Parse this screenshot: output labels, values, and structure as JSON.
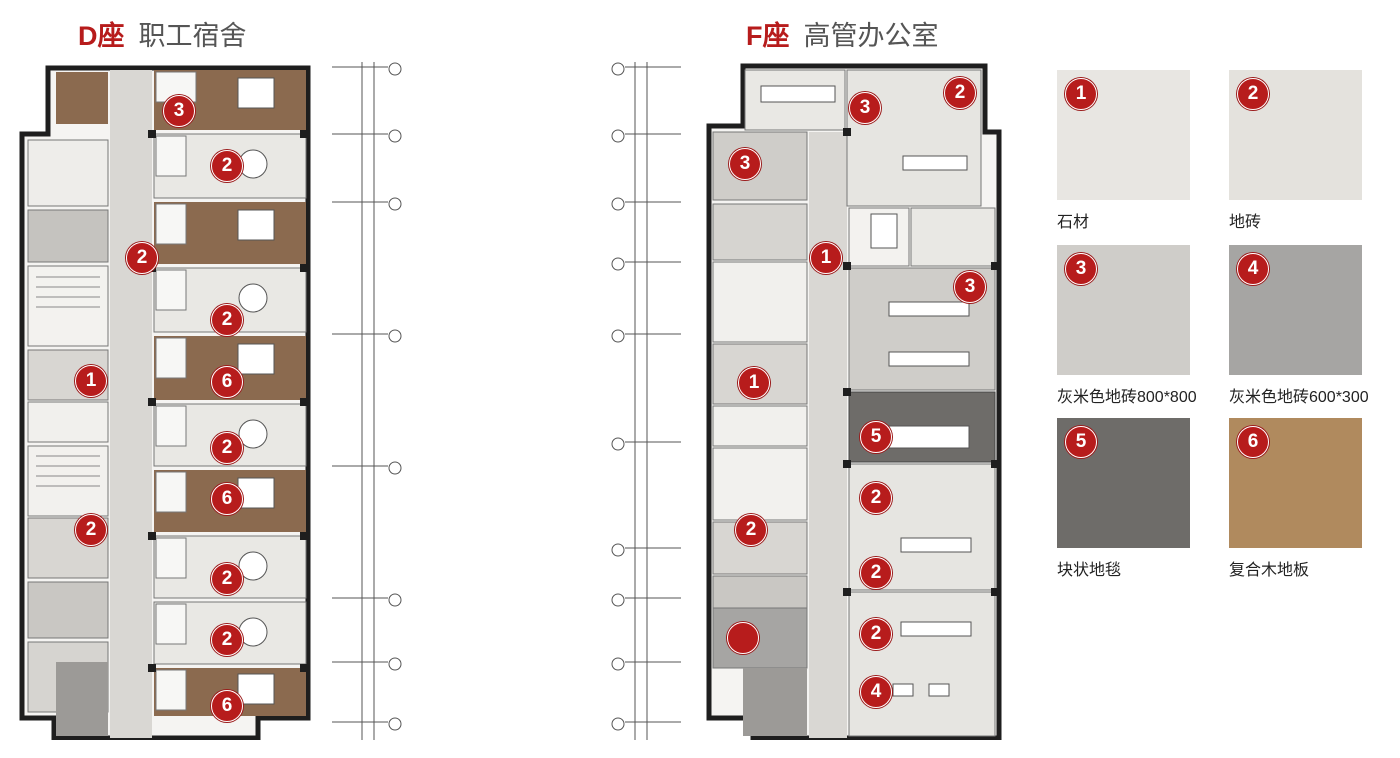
{
  "buildings": [
    {
      "code": "D座",
      "name": "职工宿舍",
      "badges": [
        "3",
        "2",
        "2",
        "2",
        "1",
        "6",
        "2",
        "6",
        "2",
        "2",
        "2",
        "6"
      ]
    },
    {
      "code": "F座",
      "name": "高管办公室",
      "badges": [
        "2",
        "3",
        "3",
        "1",
        "3",
        "1",
        "5",
        "2",
        "2",
        "2",
        "2",
        "4"
      ]
    }
  ],
  "materials": [
    {
      "number": "1",
      "label": "石材",
      "color": "#e8e6e2"
    },
    {
      "number": "2",
      "label": "地砖",
      "color": "#e4e2dd"
    },
    {
      "number": "3",
      "label": "灰米色地砖800*800",
      "color": "#cfcdc9"
    },
    {
      "number": "4",
      "label": "灰米色地砖600*300",
      "color": "#a6a5a3"
    },
    {
      "number": "5",
      "label": "块状地毯",
      "color": "#6e6c69"
    },
    {
      "number": "6",
      "label": "复合木地板",
      "color": "#b08a5e"
    }
  ],
  "colors": {
    "accent": "#b71c1c",
    "wall": "#1e1e1e",
    "corridor": "#d9d7d3",
    "wood": "#8b6a4f"
  }
}
